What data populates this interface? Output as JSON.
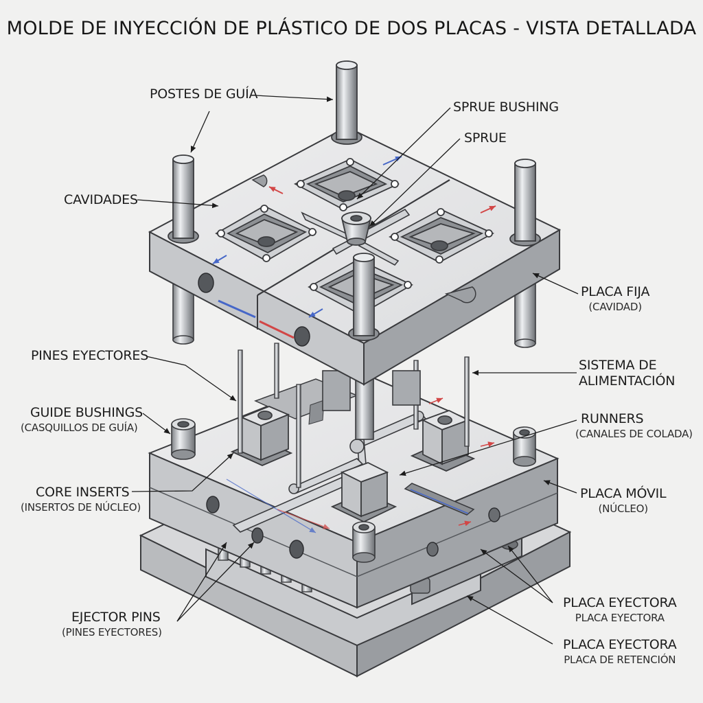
{
  "title": "MOLDE DE INYECCIÓN DE PLÁSTICO DE DOS PLACAS - VISTA DETALLADA",
  "labels": {
    "postes_guia": "POSTES DE GUÍA",
    "sprue_bushing": "SPRUE BUSHING",
    "sprue": "SPRUE",
    "cavidades": "CAVIDADES",
    "placa_fija": "PLACA FIJA",
    "placa_fija_sub": "(CAVIDAD)",
    "pines_eyectores": "PINES EYECTORES",
    "sistema_alimentacion_1": "SISTEMA DE",
    "sistema_alimentacion_2": "ALIMENTACIÓN",
    "guide_bushings": "GUIDE BUSHINGS",
    "guide_bushings_sub": "(CASQUILLOS DE GUÍA)",
    "runners": "RUNNERS",
    "runners_sub": "(CANALES DE COLADA)",
    "core_inserts": "CORE INSERTS",
    "core_inserts_sub": "(INSERTOS DE NÚCLEO)",
    "placa_movil": "PLACA MÓVIL",
    "placa_movil_sub": "(NÚCLEO)",
    "ejector_pins": "EJECTOR PINS",
    "ejector_pins_sub": "(PINES EYECTORES)",
    "placa_eyectora_1": "PLACA EYECTORA",
    "placa_eyectora_1_sub": "PLACA EYECTORA",
    "placa_eyectora_2": "PLACA EYECTORA",
    "placa_eyectora_2_sub": "PLACA DE RETENCIÓN"
  },
  "colors": {
    "steel_light": "#e6e7e9",
    "steel_mid": "#c4c6c9",
    "steel_dark": "#8f9296",
    "outline": "#3a3b3e",
    "flow_red": "#d24646",
    "flow_blue": "#4667c8"
  }
}
